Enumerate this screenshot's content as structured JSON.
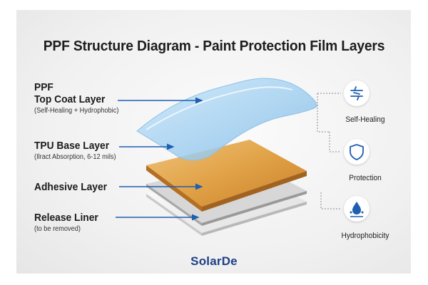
{
  "title": "PPF Structure Diagram - Paint Protection Film Layers",
  "layers": [
    {
      "name": "PPF",
      "name2": "Top Coat Layer",
      "detail": "(Self-Healing + Hydrophobic)"
    },
    {
      "name": "TPU Base Layer",
      "detail": "(Ilract Absorption, 6-12 mils)"
    },
    {
      "name": "Adhesive Layer"
    },
    {
      "name": "Release Liner",
      "detail": "(to be removed)"
    }
  ],
  "features": [
    {
      "label": "Self-Healing",
      "icon": "self-healing-icon"
    },
    {
      "label": "Protection",
      "icon": "shield-icon"
    },
    {
      "label": "Hydrophobicity",
      "icon": "water-drop-icon"
    }
  ],
  "brand": "SolarDe",
  "colors": {
    "arrow": "#1f5fb0",
    "title": "#1d1d1d",
    "brand": "#1f3f86",
    "top_coat": "#a9d4f2",
    "tpu": "#e2a44f",
    "release_liner": "#e9e9e9"
  }
}
